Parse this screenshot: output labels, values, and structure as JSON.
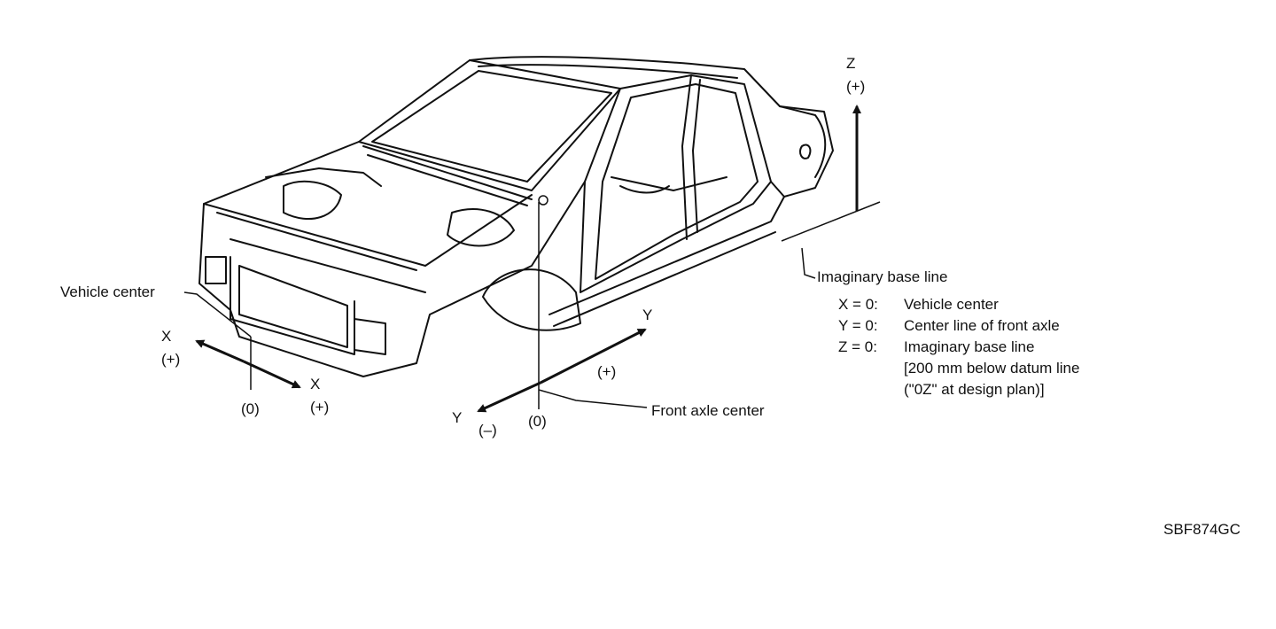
{
  "labels": {
    "vehicle_center": "Vehicle center",
    "x_top": "X",
    "x_top_sign": "(+)",
    "x_bottom": "X",
    "x_bottom_sign": "(+)",
    "x_zero": "(0)",
    "y_top": "Y",
    "y_plus": "(+)",
    "y_bottom": "Y",
    "y_minus": "(–)",
    "y_zero": "(0)",
    "front_axle_center": "Front axle center",
    "z": "Z",
    "z_sign": "(+)",
    "imaginary_base_line": "Imaginary base line",
    "figure_code": "SBF874GC"
  },
  "legend": [
    {
      "key": "X = 0:",
      "text": "Vehicle center"
    },
    {
      "key": "Y = 0:",
      "text": "Center line of front axle"
    },
    {
      "key": "Z = 0:",
      "text": "Imaginary base line"
    },
    {
      "key": "",
      "text": "[200 mm below datum line"
    },
    {
      "key": "",
      "text": "(\"0Z\" at design plan)]"
    }
  ],
  "colors": {
    "line": "#111111",
    "background": "#ffffff"
  }
}
